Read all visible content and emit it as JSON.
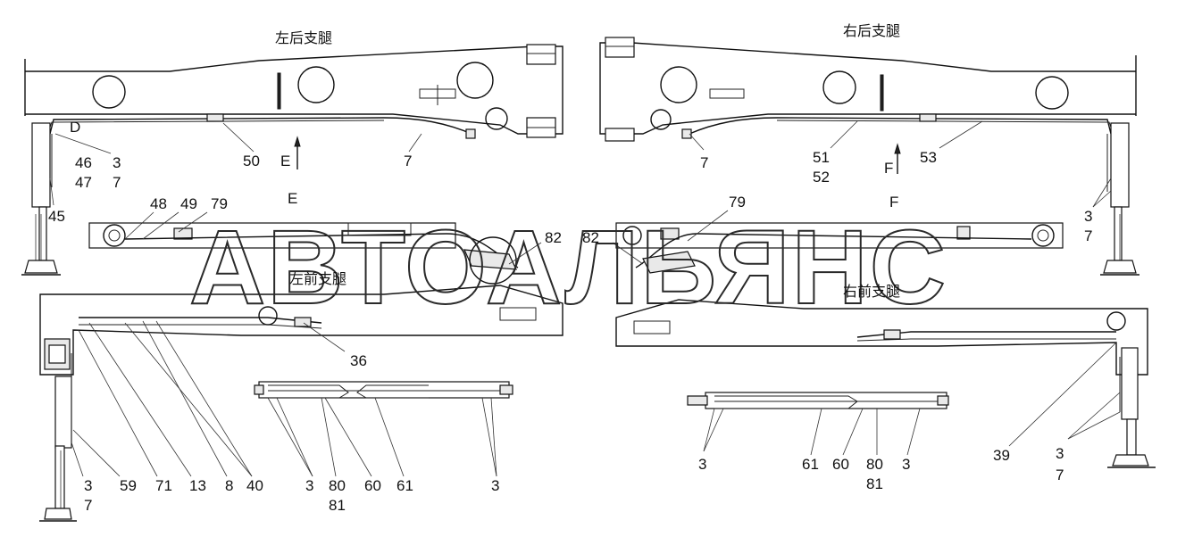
{
  "titles": {
    "left_rear": "左后支腿",
    "right_rear": "右后支腿",
    "left_front": "左前支腿",
    "right_front": "右前支腿"
  },
  "view_markers": {
    "e_arrow": "E",
    "e_view": "E",
    "f_arrow": "F",
    "f_view": "F",
    "detail_d": "D"
  },
  "watermark": "АВТОАЛЬЯНС",
  "callouts": {
    "lr_46": "46",
    "lr_3": "3",
    "lr_47": "47",
    "lr_7b": "7",
    "lr_45": "45",
    "lr_50": "50",
    "lr_7c": "7",
    "rr_7": "7",
    "rr_51": "51",
    "rr_52": "52",
    "rr_53": "53",
    "rr_3": "3",
    "rr_7b": "7",
    "e_48": "48",
    "e_49": "49",
    "e_79": "79",
    "e_82": "82",
    "f_79": "79",
    "f_82": "82",
    "lf_36": "36",
    "lf_3": "3",
    "lf_7": "7",
    "lf_59": "59",
    "lf_71": "71",
    "lf_13": "13",
    "lf_8": "8",
    "lf_40": "40",
    "lm_3a": "3",
    "lm_80": "80",
    "lm_81": "81",
    "lm_60": "60",
    "lm_61": "61",
    "lm_3b": "3",
    "rm_3a": "3",
    "rm_61": "61",
    "rm_60": "60",
    "rm_80": "80",
    "rm_81": "81",
    "rm_3b": "3",
    "rf_39": "39",
    "rf_3": "3",
    "rf_7": "7"
  }
}
